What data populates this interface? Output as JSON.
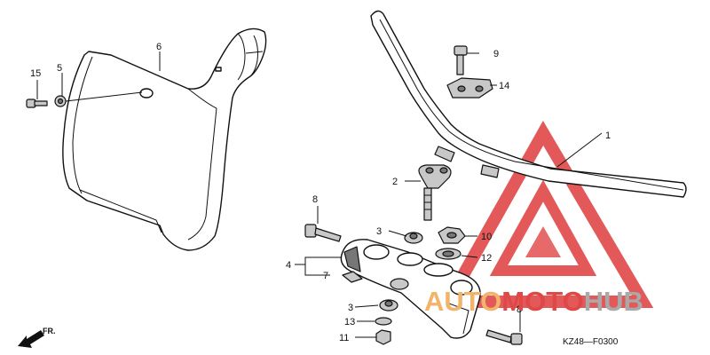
{
  "diagram": {
    "code": "KZ48—F0300",
    "direction": "FR.",
    "callouts": [
      "1",
      "2",
      "3",
      "3",
      "4",
      "5",
      "6",
      "7",
      "8",
      "8",
      "9",
      "10",
      "11",
      "12",
      "13",
      "14",
      "15"
    ]
  },
  "watermark": {
    "part1": "AUTO",
    "part2": "MOTO",
    "part3": "HUB",
    "color_red": "#e04848",
    "color_orange": "#f2b46b",
    "color_gray": "#a9a9a9"
  }
}
